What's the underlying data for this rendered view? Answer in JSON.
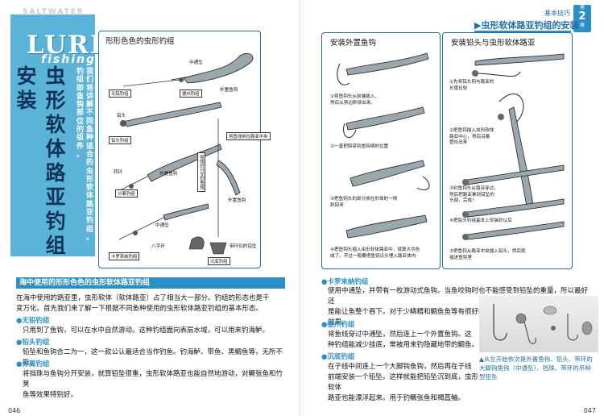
{
  "left_page": {
    "header_saltwater": "SALTWATER",
    "header_lure": "LURE",
    "header_fishing": "fishing",
    "title_col1": [
      "安",
      "装"
    ],
    "title_col2": [
      "虫",
      "形",
      "软",
      "体",
      "路",
      "亚",
      "钓",
      "组",
      "的"
    ],
    "intro_columns": [
      [
        "钓",
        "组",
        "即",
        "鱼",
        "钩",
        "部",
        "位",
        "的",
        "组",
        "件",
        "。"
      ],
      [
        "我",
        "们",
        "将",
        "讲",
        "解",
        "不",
        "同",
        "鱼",
        "种",
        "适",
        "合",
        "的",
        "虫",
        "形",
        "软",
        "体",
        "路",
        "亚",
        "钓",
        "组",
        "。"
      ]
    ],
    "figure": {
      "title": "形形色色的虫形钓组",
      "labels": {
        "middle_weight": "中通坠",
        "no_weight_rig": "无铅钓组",
        "texas_rig": "德州钓组",
        "outer_hook": "外置鱼钩",
        "jighead": "铅头",
        "jighead_rig": "铅头钓组",
        "swivel": "转环",
        "outer_hook2": "外置鱼钩",
        "split_rig": "分离钓组",
        "hook_between": "将鱼线绑在路亚中央",
        "leader": "带线的分叉钓鱼线",
        "outer_hook3": "外置鱼钩",
        "wacky_rig": "卡罗来纳钓组",
        "middle_weight2": "中通坠",
        "bead": "八字环",
        "dropshot_weight": "带环扣的铅坠",
        "dropshot_rig": "沉底钓组"
      }
    },
    "section_bar": "海中使用的形形色色的虫形软体路亚钓组",
    "paragraph1_lines": [
      "在海中使用的路亚里，虫形软体（软体路亚）占了相当大一部分。钓组的形态也是千",
      "变万化。首先我们来了解一下根据不同鱼种使用的虫形软体路亚钓组的基本形态。"
    ],
    "sub1": "●无铅钓组",
    "sub1_text": "只用到了鱼钩，可以在水中自然游动。这种钓组面向表层水域，可以用来钓海鲈。",
    "sub2": "●铅头钓组",
    "sub2_text": "铅坠和鱼钩合二为一，这一款公认最适合当作钓鱼。钓海鲈、带鱼、黑鲷鱼等，无所不能。",
    "sub3": "●分离钓组",
    "sub3_lines": [
      "将挡珠与鱼钩分开安装，就算铅坠很重，虫形软体路亚也能自然地游动，对鳜张鱼和竹荚",
      "鱼等效果特别好。"
    ],
    "page_number": "046"
  },
  "right_page": {
    "header_basic": "基本技巧",
    "chapter_num": "2",
    "chapter_top": "第",
    "chapter_bottom": "章",
    "title": "▶虫形软体路亚钓组的安装",
    "fig1": {
      "title": "安装外置鱼钩",
      "steps": [
        [
          "①将鱼钩头从前端插入，",
          "然后从旁边刺穿出来。"
        ],
        [
          "②一直把钩穿到鱼钩柄的位置"
        ],
        [
          "③把鱼钩头的部分放在形体的一侧",
          "刺回来"
        ],
        [
          "④把鱼钩头插入虫形软体路亚中，就算大功告",
          "成了。不过一般要把鱼钩尖头埋入路亚体内"
        ]
      ]
    },
    "fig2": {
      "title": "安装铅头与虫形软体路亚",
      "steps": [
        [
          "①先将铅头钩与路亚的",
          "长度比较"
        ],
        [
          "②把鱼钩插入虫形软体",
          "路亚中心，然后沿着",
          "管形出来"
        ],
        [
          "③钓鱼钩头从路亚穿过，",
          "然后把路亚推到铅坠的",
          "头部，完成！"
        ],
        [
          "④把铅头钓组基本上安装好以后"
        ],
        [
          "⑤把鱼钩从路亚中央插入铅头，然后就",
          "插进鱼钩里"
        ]
      ]
    },
    "sub1": "●卡罗来纳钓组",
    "sub1_lines": [
      "使用中通坠，并带有一枚游动式鱼钩。当鱼咬钩时也不能感受到铅坠的重量，所以最好还",
      "是能让鱼整个吞下。对于少鳞精和鲷鱼鱼等有很好的",
      "效果。"
    ],
    "sub2": "●德州钓组",
    "sub2_lines": [
      "将鱼线穿过中通坠，然后连上一个外置鱼钩。这",
      "种钓组能减少挂底，常被用来钓隐藏地带的鲷鱼。"
    ],
    "sub3": "●沉底钓组",
    "sub3_lines": [
      "在子线中间连上一个大脚钩鱼钩，然后再在子线",
      "前端安装一个铅坠。这样就能把铅坠沉到底，虫形软体",
      "路亚也能漂浮起来。用于钓鳜张鱼和褐菖鲉。"
    ],
    "caption_lines": [
      "▲从左开始依次是外置鱼钩、铅头、带环的",
      "大脚钩鱼钩（中通坠）、挡珠、带环的吊种",
      "型铅坠"
    ],
    "page_number": "047"
  }
}
